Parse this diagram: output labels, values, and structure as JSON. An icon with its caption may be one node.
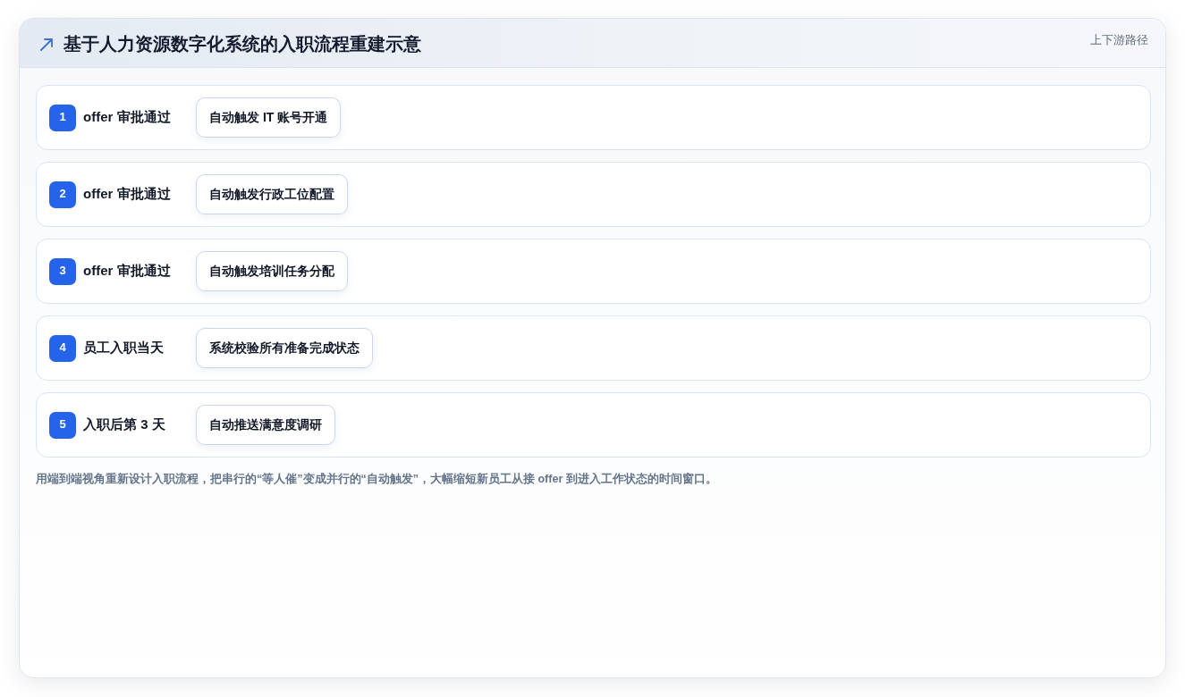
{
  "diagram": {
    "title": "基于人力资源数字化系统的入职流程重建示意",
    "caption": "用端到端视角重新设计入职流程，把串行的“等人催”变成并行的“自动触发”，大幅缩短新员工从接 offer 到进入工作状态的时间窗口。",
    "nodes": [
      {
        "text": [
          "offer 审批通过"
        ]
      },
      {
        "text": [
          "1"
        ],
        "in": 0
      },
      {
        "text": [
          "自动触发 IT 账号开通"
        ],
        "in": 0
      },
      {
        "text": [
          "offer 审批通过"
        ]
      },
      {
        "text": [
          "2"
        ],
        "in": 3
      },
      {
        "text": [
          "自动触发行政工位配置"
        ],
        "in": 3
      },
      {
        "text": [
          "offer 审批通过"
        ]
      },
      {
        "text": [
          "3"
        ],
        "in": 6
      },
      {
        "text": [
          "自动触发培训任务分配"
        ],
        "in": 6
      },
      {
        "text": [
          "员工入职当天"
        ]
      },
      {
        "text": [
          "4"
        ],
        "in": 9
      },
      {
        "text": [
          "系统校验所有准备完成状态"
        ],
        "in": 9
      },
      {
        "text": [
          "入职后第 3 天"
        ]
      },
      {
        "text": [
          "5"
        ],
        "in": 12
      },
      {
        "text": [
          "自动推送满意度调研"
        ],
        "in": 12
      }
    ],
    "labels": [
      "上下游路径"
    ]
  }
}
